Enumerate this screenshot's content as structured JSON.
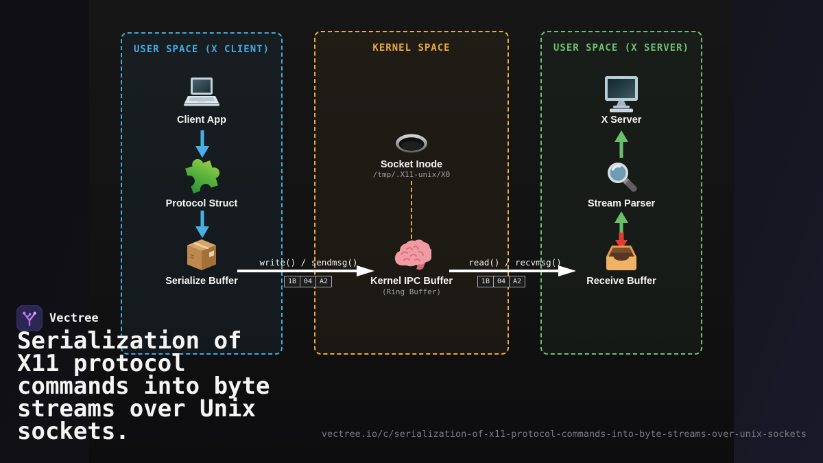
{
  "brand": {
    "name": "Vectree",
    "badge_color": "#2c2752",
    "glyph_colors": [
      "#b06ef0",
      "#e06ef0",
      "#c4b5fd"
    ]
  },
  "headline": "Serialization of X11 protocol commands into byte streams over Unix sockets.",
  "footer": {
    "url": "vectree.io/c/serialization-of-x11-protocol-commands-into-byte-streams-over-unix-sockets"
  },
  "diagram": {
    "client_box": {
      "title": "USER SPACE (X CLIENT)",
      "accent": "#45a9e0",
      "nodes": [
        {
          "label": "Client App",
          "icon": "laptop-icon"
        },
        {
          "label": "Protocol Struct",
          "icon": "puzzle-icon"
        },
        {
          "label": "Serialize Buffer",
          "icon": "package-icon"
        }
      ],
      "arrow_color": "#45b1e8"
    },
    "kernel_box": {
      "title": "KERNEL SPACE",
      "accent": "#eca93f",
      "nodes": [
        {
          "label": "Socket Inode",
          "sublabel": "/tmp/.X11-unix/X0",
          "icon": "socket-hole-icon"
        },
        {
          "label": "Kernel IPC Buffer",
          "sublabel": "(Ring Buffer)",
          "icon": "brain-icon"
        }
      ]
    },
    "server_box": {
      "title": "USER SPACE (X SERVER)",
      "accent": "#6fbf73",
      "nodes": [
        {
          "label": "X Server",
          "icon": "monitor-icon"
        },
        {
          "label": "Stream Parser",
          "icon": "magnifier-icon"
        },
        {
          "label": "Receive Buffer",
          "icon": "inbox-tray-icon"
        }
      ],
      "up_arrow_color": "#6abf69",
      "down_arrow_color": "#e23b35"
    },
    "flows": [
      {
        "label": "write() / sendmsg()",
        "bytes": [
          "1B",
          "04",
          "A2"
        ],
        "arrow_color": "#ffffff"
      },
      {
        "label": "read() / recvmsg()",
        "bytes": [
          "1B",
          "04",
          "A2"
        ],
        "arrow_color": "#ffffff"
      }
    ]
  }
}
